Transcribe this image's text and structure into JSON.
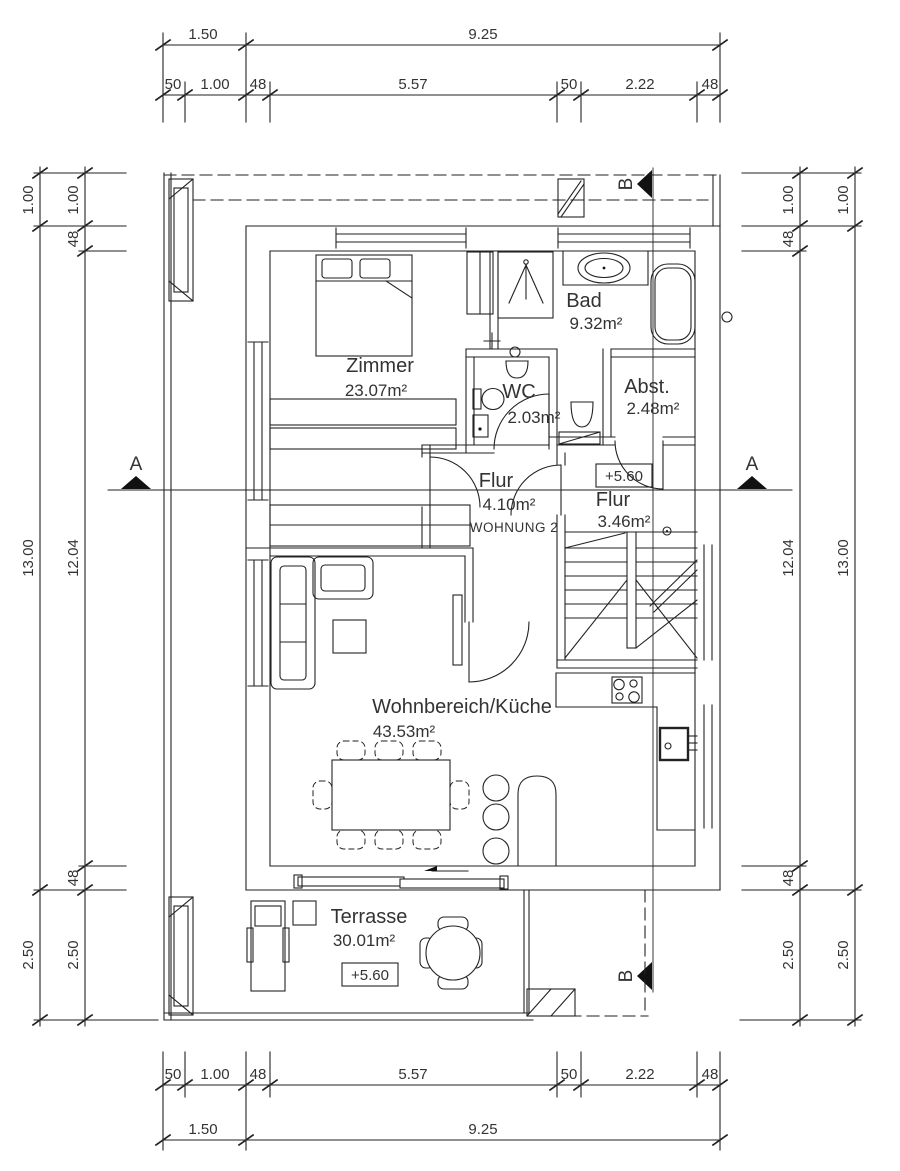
{
  "drawing": {
    "type": "architectural floor plan",
    "colors": {
      "background": "#ffffff",
      "line": "#222222",
      "text": "#333333"
    },
    "sections": {
      "a": "A",
      "b": "B"
    },
    "rooms": {
      "zimmer": {
        "name": "Zimmer",
        "area": "23.07m²"
      },
      "bad": {
        "name": "Bad",
        "area": "9.32m²"
      },
      "wc": {
        "name": "WC",
        "area": "2.03m²"
      },
      "abstellraum": {
        "name": "Abst.",
        "area": "2.48m²"
      },
      "flur_wohnung": {
        "name": "Flur",
        "area": "4.10m²",
        "unit_label": "WOHNUNG 2"
      },
      "flur_treppenhaus": {
        "name": "Flur",
        "area": "3.46m²",
        "level": "+5.60"
      },
      "wohnbereich": {
        "name": "Wohnbereich/Küche",
        "area": "43.53m²"
      },
      "terrasse": {
        "name": "Terrasse",
        "area": "30.01m²",
        "level": "+5.60"
      }
    },
    "dimensions": {
      "top": {
        "overall": [
          "1.50",
          "9.25"
        ],
        "detail": [
          "50",
          "1.00",
          "48",
          "5.57",
          "50",
          "2.22",
          "48"
        ]
      },
      "bottom": {
        "overall": [
          "1.50",
          "9.25"
        ],
        "detail": [
          "50",
          "1.00",
          "48",
          "5.57",
          "50",
          "2.22",
          "48"
        ]
      },
      "left": {
        "outer": [
          "1.00",
          "13.00",
          "2.50"
        ],
        "inner": [
          "1.00",
          "48",
          "12.04",
          "48",
          "2.50"
        ]
      },
      "right": {
        "outer": [
          "1.00",
          "13.00",
          "2.50"
        ],
        "inner": [
          "1.00",
          "48",
          "12.04",
          "48",
          "2.50"
        ]
      }
    }
  }
}
